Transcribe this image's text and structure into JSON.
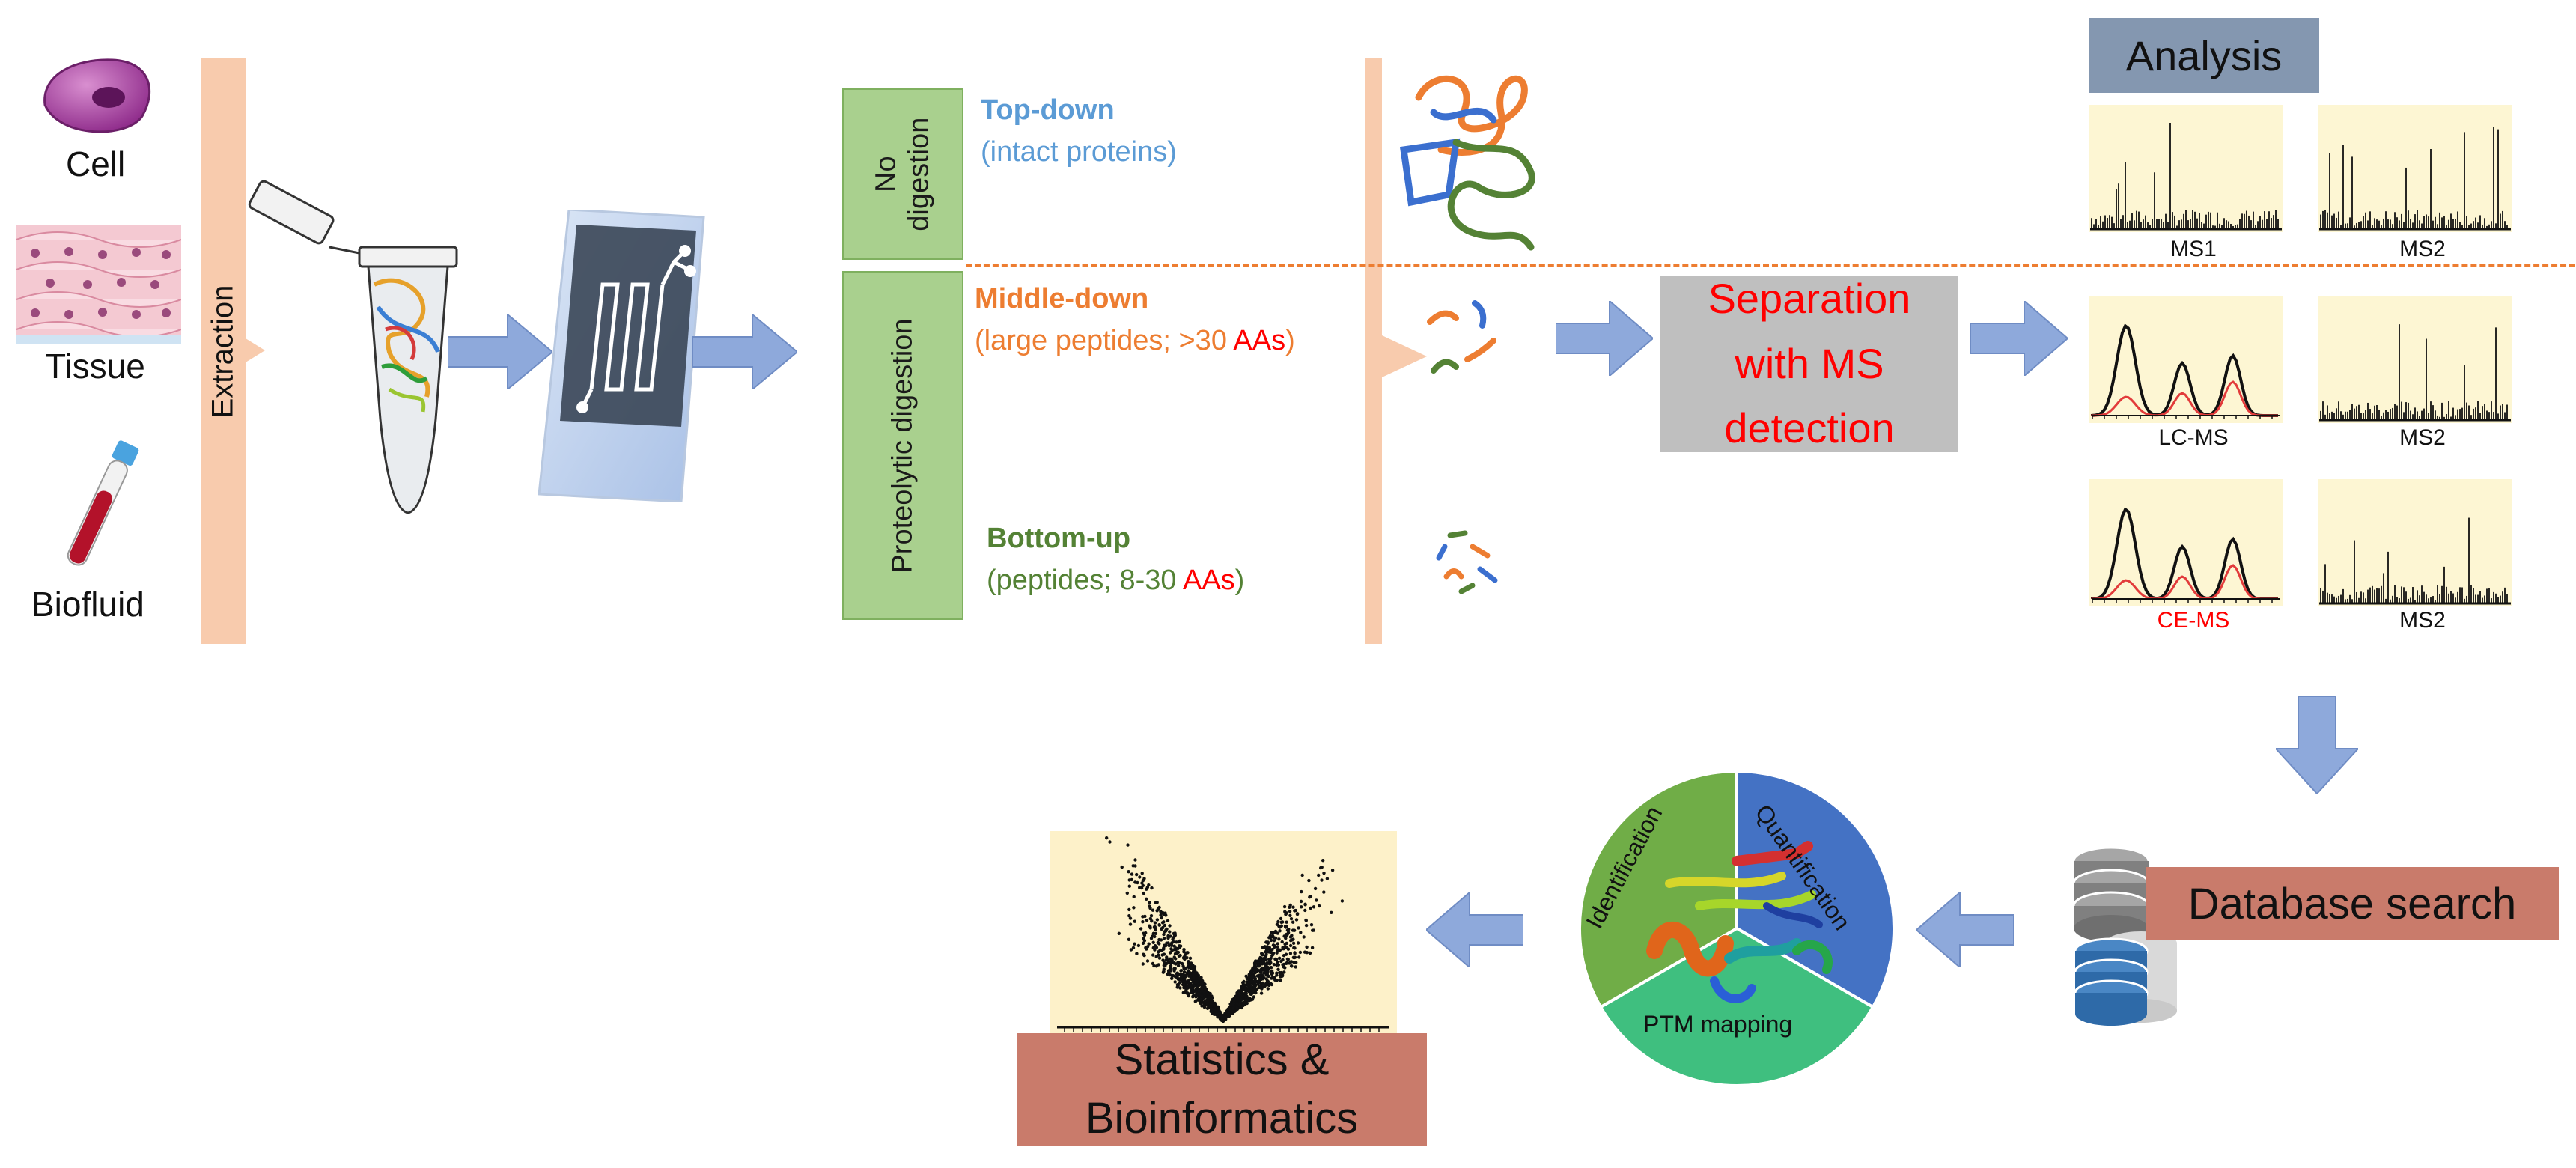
{
  "sources": {
    "cell": "Cell",
    "tissue": "Tissue",
    "biofluid": "Biofluid"
  },
  "extraction": "Extraction",
  "digestion": {
    "none": "No\ndigestion",
    "proteolytic": "Proteolytic digestion"
  },
  "approaches": {
    "top_down": {
      "title": "Top-down",
      "detail": "(intact proteins)"
    },
    "middle_down": {
      "title": "Middle-down",
      "detail_a": "(large peptides; >30 ",
      "detail_highlight": "AAs",
      "detail_b": ")"
    },
    "bottom_up": {
      "title": "Bottom-up",
      "detail_a": "(peptides; 8-30 ",
      "detail_highlight": "AAs",
      "detail_b": ")"
    }
  },
  "separation": "Separation\nwith MS\ndetection",
  "analysis": {
    "title": "Analysis",
    "panels": [
      "MS1",
      "MS2",
      "LC-MS",
      "MS2",
      "CE-MS",
      "MS2"
    ]
  },
  "database_search": "Database search",
  "pie": {
    "slices": [
      "Identification",
      "Quantification",
      "PTM mapping"
    ]
  },
  "statistics": "Statistics &\nBioinformatics",
  "colors": {
    "top_down": "#5b9bd5",
    "middle_down": "#ed7d31",
    "bottom_up": "#548235",
    "highlight_red": "#ff0000",
    "arrow_fill": "#8ea9db",
    "extraction_bar": "#f8cbad",
    "green_box": "#a9d08e",
    "grey_box": "#bfbfbf",
    "analysis_box": "#8497b0",
    "salmon_box": "#c97b6b",
    "panel_bg": "#fdf6d3",
    "pie_green": "#70ad47",
    "pie_blue": "#4472c4",
    "pie_teal": "#3fbf7f"
  },
  "icons": [
    "cell-icon",
    "tissue-icon",
    "blood-tube-icon",
    "microcentrifuge-tube-icon",
    "microfluidic-chip-icon",
    "intact-protein-icon",
    "peptide-fragments-icon",
    "small-peptides-icon",
    "database-icon",
    "protein-structure-icon",
    "volcano-plot-icon"
  ]
}
